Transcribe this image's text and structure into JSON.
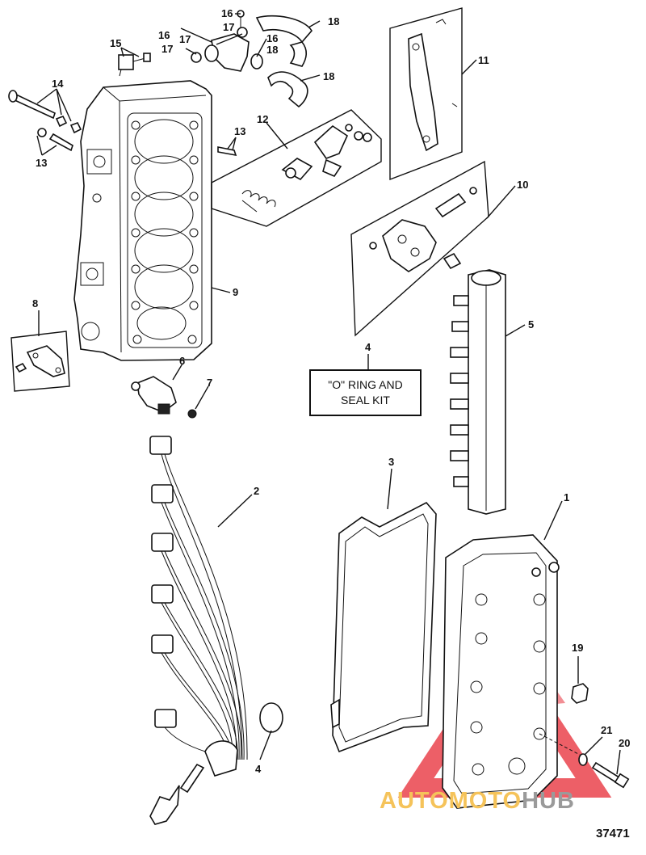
{
  "callouts": [
    "16",
    "17",
    "18",
    "16",
    "17",
    "16",
    "17",
    "18",
    "15",
    "18",
    "14",
    "13",
    "13",
    "12",
    "11",
    "10",
    "9",
    "8",
    "6",
    "7",
    "4",
    "5",
    "3",
    "2",
    "1",
    "19",
    "21",
    "20",
    "4"
  ],
  "kit_box": {
    "line1": "\"O\" RING AND",
    "line2": "SEAL KIT"
  },
  "diagram_id": "37471",
  "watermark": {
    "part1": "AUTOMOTO",
    "part2": "HUB"
  },
  "colors": {
    "line": "#111111",
    "watermark_red": "#e8323c",
    "watermark_yellow": "#f5c35a",
    "watermark_gray": "#9a9a9a"
  }
}
